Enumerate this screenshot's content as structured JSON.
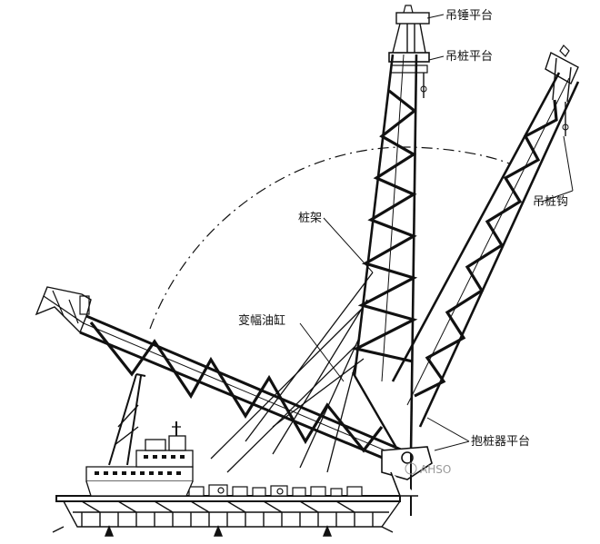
{
  "labels": {
    "hammer_platform": "吊锤平台",
    "pile_platform": "吊桩平台",
    "pile_hook": "吊桩钩",
    "pile_frame": "桩架",
    "luffing_cylinder": "变幅油缸",
    "pile_gripper_platform": "抱桩器平台"
  },
  "watermark": "AHSO",
  "colors": {
    "line": "#111111",
    "background": "#ffffff",
    "watermark": "#9a9a9a"
  }
}
